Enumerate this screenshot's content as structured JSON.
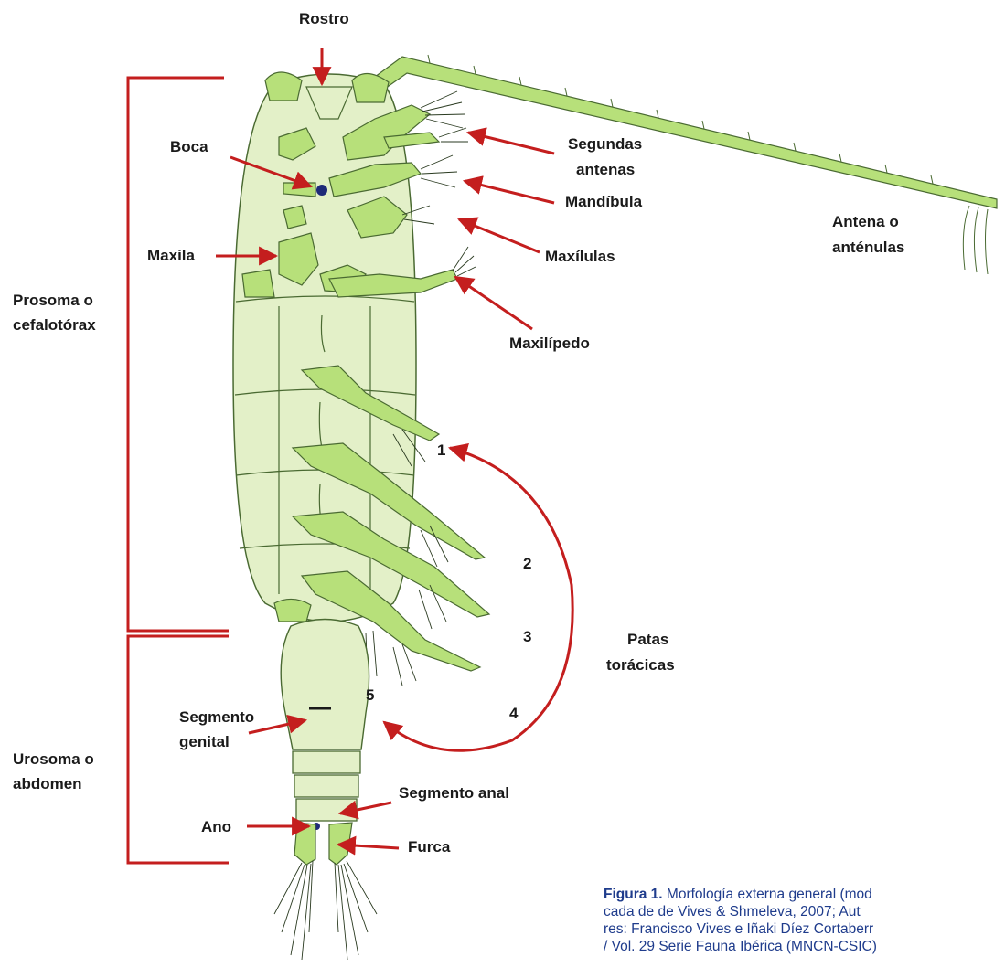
{
  "labels": {
    "rostro": "Rostro",
    "boca": "Boca",
    "segundas_antenas_1": "Segundas",
    "segundas_antenas_2": "antenas",
    "mandibula": "Mandíbula",
    "antena_1": "Antena o",
    "antena_2": "anténulas",
    "maxila": "Maxila",
    "maxilulas": "Maxílulas",
    "prosoma_1": "Prosoma o",
    "prosoma_2": "cefalotórax",
    "maxilipedo": "Maxilípedo",
    "patas_1": "Patas",
    "patas_2": "torácicas",
    "segmento_genital_1": "Segmento",
    "segmento_genital_2": "genital",
    "urosoma_1": "Urosoma o",
    "urosoma_2": "abdomen",
    "segmento_anal": "Segmento anal",
    "ano": "Ano",
    "furca": "Furca"
  },
  "leg_numbers": [
    "1",
    "2",
    "3",
    "4",
    "5"
  ],
  "caption": {
    "head": "Figura 1.",
    "line1_rest": " Morfología externa general (mod",
    "line2": "cada de de Vives & Shmeleva, 2007; Aut",
    "line3": "res: Francisco Vives e Iñaki Díez Cortaberr",
    "line4": "/ Vol. 29 Serie Fauna Ibérica (MNCN-CSIC)"
  },
  "colors": {
    "body_fill": "#e3f0c8",
    "appendage_fill": "#b7e07a",
    "outline": "#4a6a32",
    "arrow": "#c41e1e",
    "bracket": "#c41e1e",
    "caption_text": "#1f3c8c",
    "mouth": "#1e2a78"
  }
}
